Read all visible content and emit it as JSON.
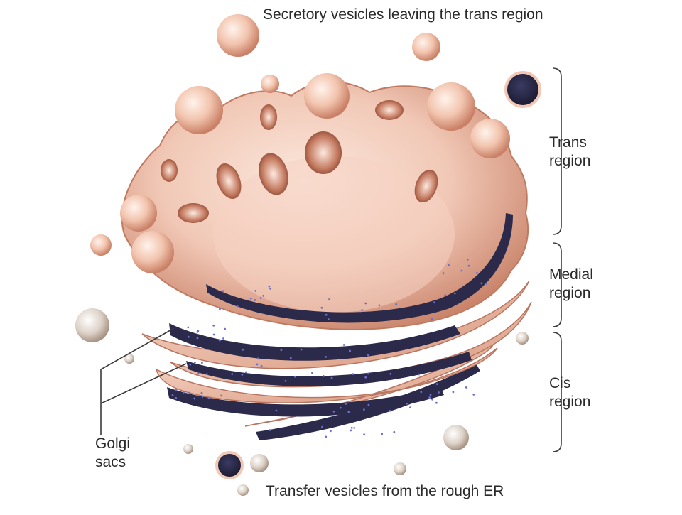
{
  "labels": {
    "top": "Secretory vesicles leaving the trans region",
    "bottom": "Transfer vesicles from the rough ER",
    "trans": [
      "Trans",
      "region"
    ],
    "medial": [
      "Medial",
      "region"
    ],
    "cis": [
      "Cis",
      "region"
    ],
    "golgi": [
      "Golgi",
      "sacs"
    ]
  },
  "colors": {
    "membrane": "#f1c8b6",
    "membrane_shade": "#c9836a",
    "lumen": "#2c2a4a",
    "ribosome_dot": "#6a6fd0",
    "vesicle_grey": "#d8cfc6",
    "line": "#3a3a3a"
  }
}
